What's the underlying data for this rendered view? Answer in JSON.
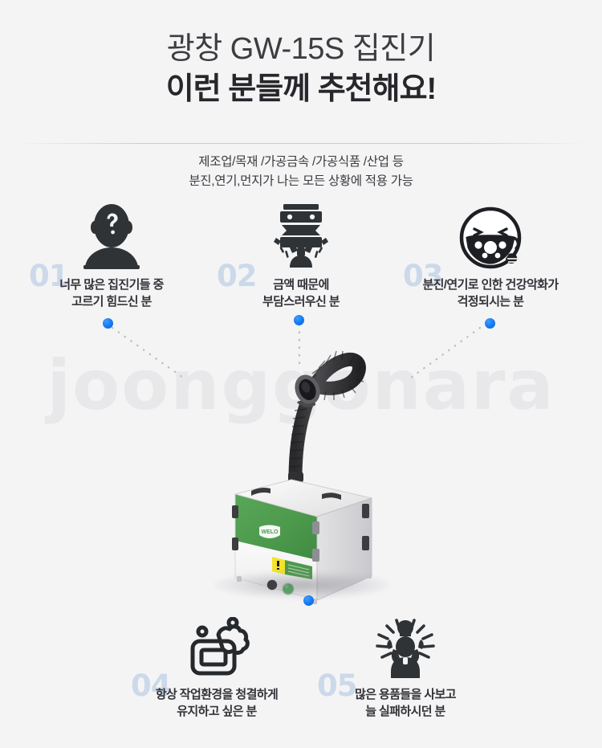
{
  "header": {
    "title_line1": "광창 GW-15S 집진기",
    "title_line2": "이런 분들께 추천해요!",
    "subtitle_line1": "제조업/목재 /가공금속 /가공식품 /산업 등",
    "subtitle_line2": "분진,연기,먼지가 나는 모든 상황에 적용 가능"
  },
  "watermark": {
    "text": "joonggonara"
  },
  "features": [
    {
      "number": "01",
      "icon": "person-question-silhouette-icon",
      "caption_line1": "너무 많은 집진기들 중",
      "caption_line2": "고르기 힘드신 분"
    },
    {
      "number": "02",
      "icon": "person-carrying-heavy-load-icon",
      "caption_line1": "금액 때문에",
      "caption_line2": "부담스러우신 분"
    },
    {
      "number": "03",
      "icon": "face-with-dirty-mask-icon",
      "caption_line1": "분진/연기로 인한 건강악화가",
      "caption_line2": "걱정되시는 분"
    },
    {
      "number": "04",
      "icon": "cleaning-sponge-bubbles-icon",
      "caption_line1": "항상 작업환경을 청결하게",
      "caption_line2": "유지하고 싶은 분"
    },
    {
      "number": "05",
      "icon": "frustrated-person-icon",
      "caption_line1": "많은 용품들을 사보고",
      "caption_line2": "늘 실패하시던 분"
    }
  ],
  "product": {
    "name": "dust-collector-fume-extractor",
    "panel_color": "#4f9e4f",
    "body_color": "#f2f2f2",
    "hose_color": "#3a3a3c",
    "warning_label_color": "#f2e32a",
    "power_button_color": "#4fb05a",
    "logo_text": "WELO"
  },
  "colors": {
    "background": "#f4f4f5",
    "accent_dot": "#1479ef",
    "number_watermark": "#cbd9ea",
    "title_dark": "#26262b",
    "caption": "#323238"
  }
}
